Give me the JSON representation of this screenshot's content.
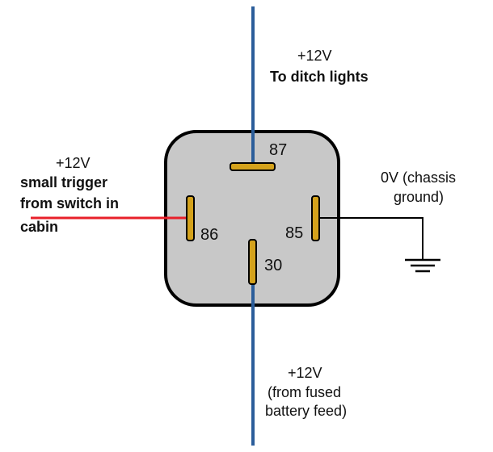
{
  "colors": {
    "background": "#ffffff",
    "relay_body": "#c8c8c8",
    "relay_outline": "#000000",
    "pin_fill": "#d4a21c",
    "pin_outline": "#000000",
    "feed_wire": "#2b5d9a",
    "trigger_wire": "#e8202a",
    "ground_wire": "#000000",
    "text": "#111111"
  },
  "relay": {
    "pins": [
      {
        "id": "87",
        "label": "87",
        "orientation": "horizontal"
      },
      {
        "id": "86",
        "label": "86",
        "orientation": "vertical"
      },
      {
        "id": "85",
        "label": "85",
        "orientation": "vertical"
      },
      {
        "id": "30",
        "label": "30",
        "orientation": "vertical"
      }
    ]
  },
  "labels": {
    "output": {
      "voltage": "+12V",
      "description": "To ditch lights"
    },
    "trigger": {
      "voltage": "+12V",
      "line1": "small trigger",
      "line2": "from switch in",
      "line3": "cabin"
    },
    "ground": {
      "line1": "0V (chassis",
      "line2": "ground)"
    },
    "feed": {
      "voltage": "+12V",
      "line1": "(from fused",
      "line2": "battery feed)"
    }
  },
  "icons": {
    "ground": "ground-symbol-icon"
  }
}
